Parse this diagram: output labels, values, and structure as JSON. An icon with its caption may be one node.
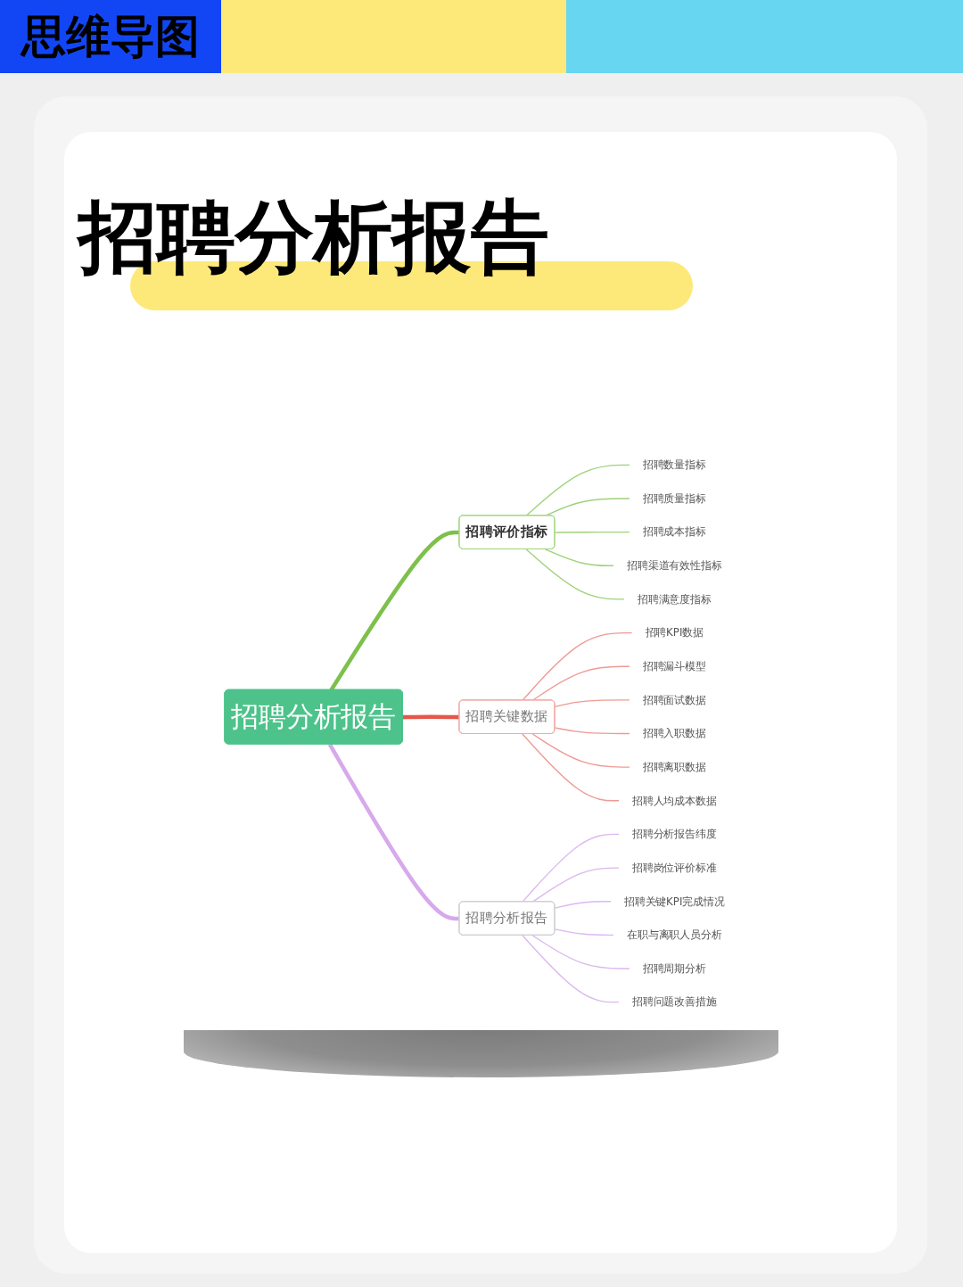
{
  "diagram": {
    "title": "招聘分析报告",
    "nodes": [
      {
        "text": [
          "招聘分析报告"
        ]
      },
      {
        "text": [
          "招聘评价指标"
        ]
      },
      {
        "text": [
          "招聘数量指标"
        ]
      },
      {
        "text": [
          "招聘质量指标"
        ]
      },
      {
        "text": [
          "招聘成本指标"
        ]
      },
      {
        "text": [
          "招聘渠道有效性指标"
        ]
      },
      {
        "text": [
          "招聘满意度指标"
        ]
      },
      {
        "text": [
          "招聘关键数据"
        ]
      },
      {
        "text": [
          "招聘KPI数据"
        ]
      },
      {
        "text": [
          "招聘漏斗模型"
        ]
      },
      {
        "text": [
          "招聘面试数据"
        ]
      },
      {
        "text": [
          "招聘入职数据"
        ]
      },
      {
        "text": [
          "招聘离职数据"
        ]
      },
      {
        "text": [
          "招聘人均成本数据"
        ]
      },
      {
        "text": [
          "招聘分析报告"
        ]
      },
      {
        "text": [
          "招聘分析报告纬度"
        ]
      },
      {
        "text": [
          "招聘岗位评价标准"
        ]
      },
      {
        "text": [
          "招聘关键KPI完成情况"
        ]
      },
      {
        "text": [
          "在职与离职人员分析"
        ]
      },
      {
        "text": [
          "招聘周期分析"
        ]
      },
      {
        "text": [
          "招聘问题改善措施"
        ]
      }
    ],
    "edges": [
      {
        "from": 0,
        "to": 1,
        "arrow": "none",
        "style": "thick",
        "color": "#7dc04b"
      },
      {
        "from": 1,
        "to": 2,
        "arrow": "none",
        "color": "#9fd27a"
      },
      {
        "from": 1,
        "to": 3,
        "arrow": "none",
        "color": "#9fd27a"
      },
      {
        "from": 1,
        "to": 4,
        "arrow": "none",
        "color": "#9fd27a"
      },
      {
        "from": 1,
        "to": 5,
        "arrow": "none",
        "color": "#9fd27a"
      },
      {
        "from": 1,
        "to": 6,
        "arrow": "none",
        "color": "#9fd27a"
      },
      {
        "from": 0,
        "to": 7,
        "arrow": "none",
        "style": "thick",
        "color": "#e5574b"
      },
      {
        "from": 7,
        "to": 8,
        "arrow": "none",
        "color": "#ef9a93"
      },
      {
        "from": 7,
        "to": 9,
        "arrow": "none",
        "color": "#ef9a93"
      },
      {
        "from": 7,
        "to": 10,
        "arrow": "none",
        "color": "#ef9a93"
      },
      {
        "from": 7,
        "to": 11,
        "arrow": "none",
        "color": "#ef9a93"
      },
      {
        "from": 7,
        "to": 12,
        "arrow": "none",
        "color": "#ef9a93"
      },
      {
        "from": 7,
        "to": 13,
        "arrow": "none",
        "color": "#ef9a93"
      },
      {
        "from": 0,
        "to": 14,
        "arrow": "none",
        "style": "thick",
        "color": "#d7a9ec"
      },
      {
        "from": 14,
        "to": 15,
        "arrow": "none",
        "color": "#dcb8ef"
      },
      {
        "from": 14,
        "to": 16,
        "arrow": "none",
        "color": "#dcb8ef"
      },
      {
        "from": 14,
        "to": 17,
        "arrow": "none",
        "color": "#dcb8ef"
      },
      {
        "from": 14,
        "to": 18,
        "arrow": "none",
        "color": "#dcb8ef"
      },
      {
        "from": 14,
        "to": 19,
        "arrow": "none",
        "color": "#dcb8ef"
      },
      {
        "from": 14,
        "to": 20,
        "arrow": "none",
        "color": "#dcb8ef"
      }
    ],
    "labels": [
      "思维导图"
    ]
  }
}
